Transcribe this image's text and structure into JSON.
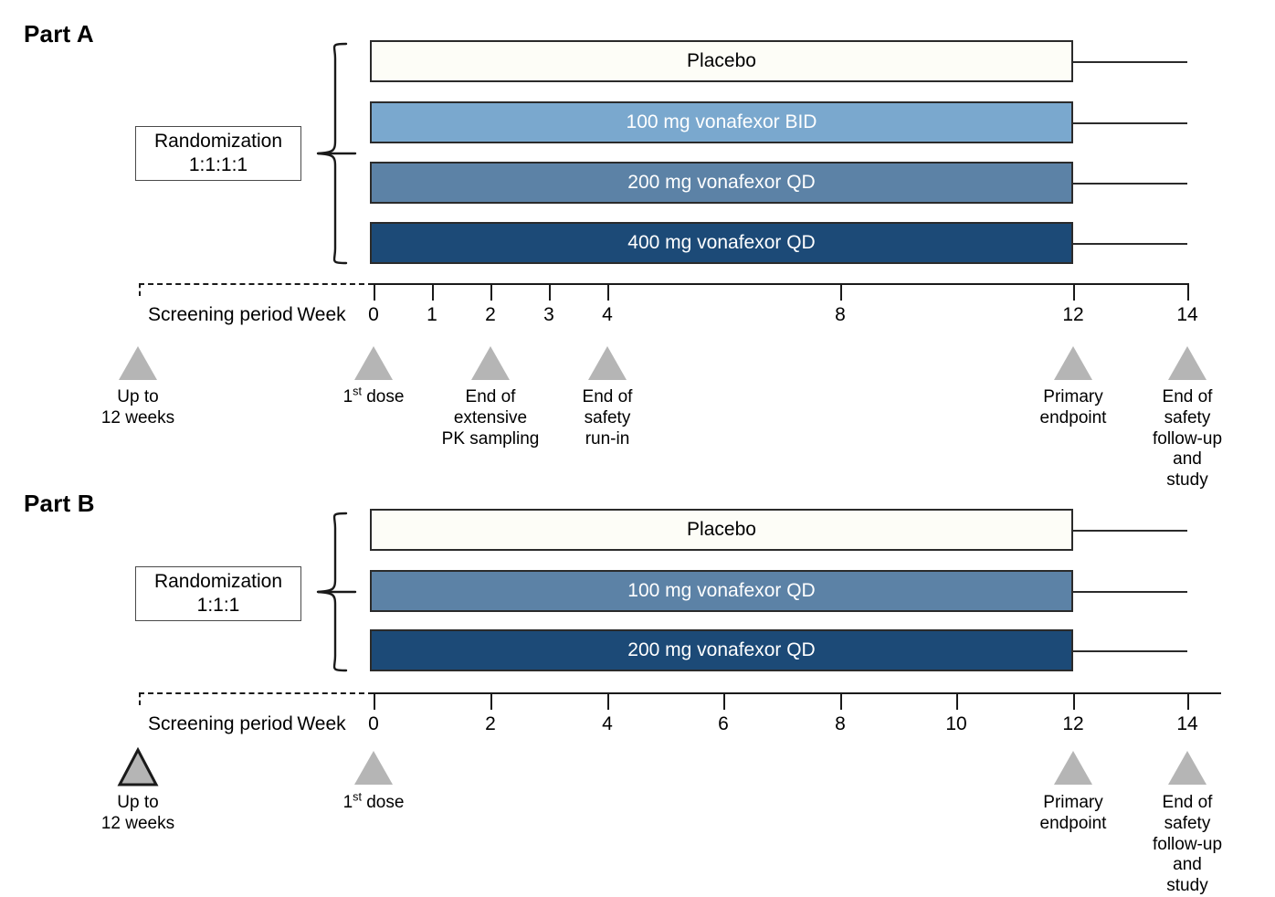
{
  "figure": {
    "type": "clinical-trial-study-design-schematic",
    "parts": [
      {
        "id": "part-a",
        "title": "Part A",
        "randomization": {
          "line1": "Randomization",
          "line2": "1:1:1:1"
        },
        "arms": [
          {
            "label": "Placebo",
            "fill": "#fdfdf7",
            "text_color": "#000000"
          },
          {
            "label": "100 mg vonafexor BID",
            "fill": "#7aa8ce",
            "text_color": "#ffffff"
          },
          {
            "label": "200 mg vonafexor QD",
            "fill": "#5c82a6",
            "text_color": "#ffffff"
          },
          {
            "label": "400 mg vonafexor QD",
            "fill": "#1c4a77",
            "text_color": "#ffffff"
          }
        ],
        "axis": {
          "screening_label": "Screening period",
          "week_label": "Week",
          "ticks": [
            "0",
            "1",
            "2",
            "3",
            "4",
            "8",
            "12",
            "14"
          ],
          "tick_weeks": [
            0,
            1,
            2,
            3,
            4,
            8,
            12,
            14
          ],
          "range_weeks": [
            0,
            14
          ],
          "has_end_tick": true
        },
        "markers": [
          {
            "caption": "Up to\n12 weeks",
            "outlined": false
          },
          {
            "caption": "1st dose",
            "sup": "st",
            "outlined": false
          },
          {
            "caption": "End of\nextensive\nPK sampling",
            "outlined": false
          },
          {
            "caption": "End of\nsafety\nrun-in",
            "outlined": false
          },
          {
            "caption": "Primary\nendpoint",
            "outlined": false
          },
          {
            "caption": "End of safety\nfollow-up and\nstudy",
            "outlined": false
          }
        ]
      },
      {
        "id": "part-b",
        "title": "Part B",
        "randomization": {
          "line1": "Randomization",
          "line2": "1:1:1"
        },
        "arms": [
          {
            "label": "Placebo",
            "fill": "#fdfdf7",
            "text_color": "#000000"
          },
          {
            "label": "100 mg vonafexor QD",
            "fill": "#5c82a6",
            "text_color": "#ffffff"
          },
          {
            "label": "200 mg vonafexor QD",
            "fill": "#1c4a77",
            "text_color": "#ffffff"
          }
        ],
        "axis": {
          "screening_label": "Screening period",
          "week_label": "Week",
          "ticks": [
            "0",
            "2",
            "4",
            "6",
            "8",
            "10",
            "12",
            "14"
          ],
          "tick_weeks": [
            0,
            2,
            4,
            6,
            8,
            10,
            12,
            14
          ],
          "range_weeks": [
            0,
            14
          ],
          "has_end_tick": false
        },
        "markers": [
          {
            "caption": "Up to\n12 weeks",
            "outlined": true
          },
          {
            "caption": "1st dose",
            "sup": "st",
            "outlined": false
          },
          {
            "caption": "Primary\nendpoint",
            "outlined": false
          },
          {
            "caption": "End of safety\nfollow-up and\nstudy",
            "outlined": false
          }
        ]
      }
    ],
    "colors": {
      "stroke": "#1a1a1a",
      "bar_border": "#2b2b2b",
      "marker_gray": "#b5b5b5",
      "marker_outline": "#1a1a1a",
      "placebo_fill": "#fdfdf7",
      "blue_light": "#7aa8ce",
      "blue_mid": "#5c82a6",
      "blue_dark": "#1c4a77"
    }
  }
}
